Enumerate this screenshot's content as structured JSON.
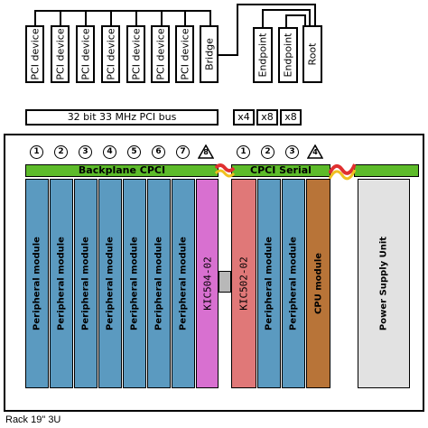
{
  "pci_devices": [
    "PCI device",
    "PCI device",
    "PCI device",
    "PCI device",
    "PCI device",
    "PCI device",
    "PCI device"
  ],
  "bridge": "Bridge",
  "endpoints": [
    "Endpoint",
    "Endpoint"
  ],
  "root": "Root",
  "bus_label": "32 bit 33 MHz PCI bus",
  "lanes": [
    "x4",
    "x8",
    "x8"
  ],
  "backplane_cpci": "Backplane  CPCI",
  "cpci_serial": "CPCI Serial",
  "slot_numbers_left": [
    "1",
    "2",
    "3",
    "4",
    "5",
    "6",
    "7",
    "8"
  ],
  "slot_numbers_right": [
    "1",
    "2",
    "3",
    "4"
  ],
  "cards_left": [
    "Peripheral module",
    "Peripheral module",
    "Peripheral module",
    "Peripheral module",
    "Peripheral module",
    "Peripheral module",
    "Peripheral module"
  ],
  "kic504": "KIC504-02",
  "kic502": "KIC502-02",
  "cards_right": [
    "Peripheral module",
    "Peripheral module"
  ],
  "cpu_module": "CPU module",
  "psu": "Power Supply Unit",
  "rack_label": "Rack 19\" 3U",
  "colors": {
    "peripheral": "#5b9ac0",
    "kic504": "#d870d0",
    "kic502": "#e07878",
    "cpu": "#b87438",
    "psu": "#e2e2e2",
    "backplane": "#5dbb2a"
  }
}
